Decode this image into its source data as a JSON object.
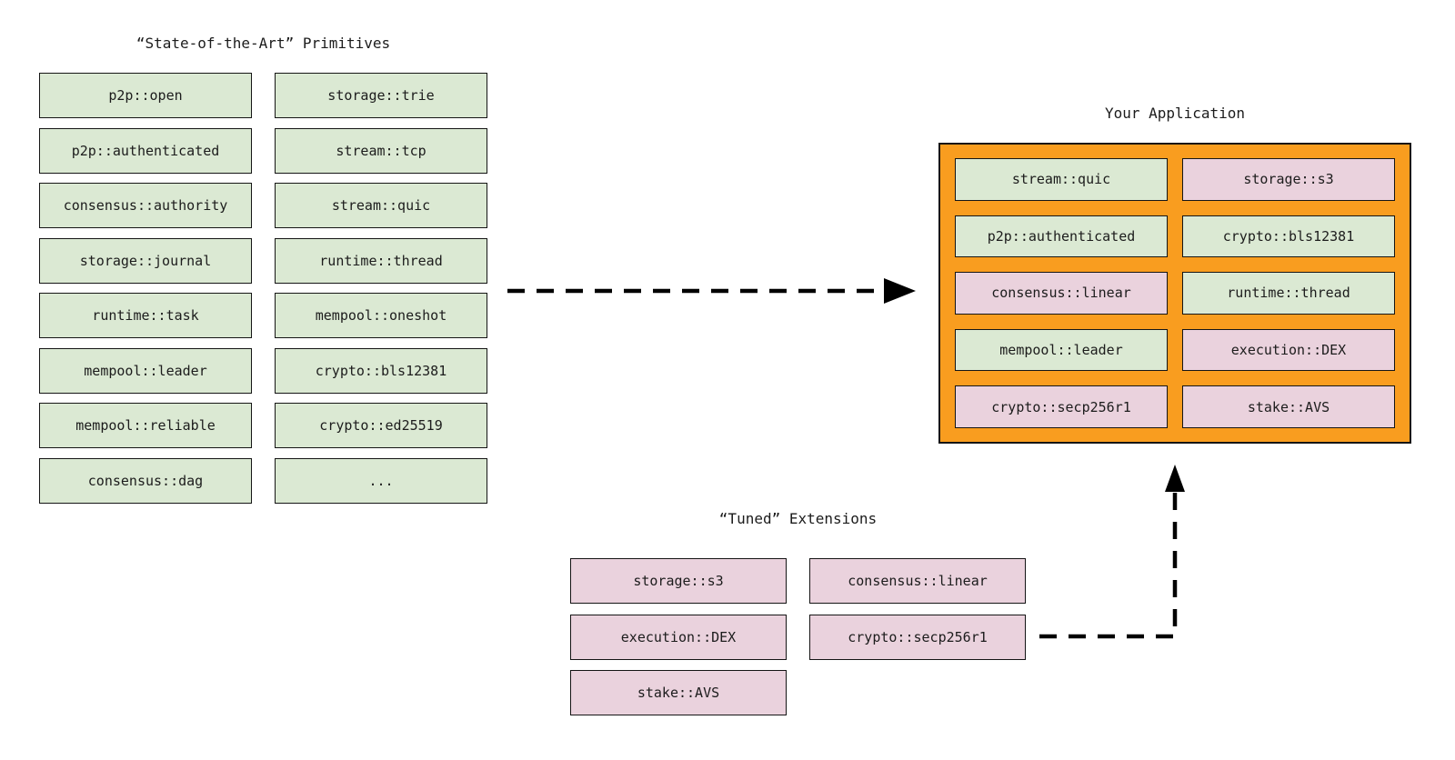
{
  "colors": {
    "primitive_fill": "#dbe9d3",
    "extension_fill": "#ead2dd",
    "application_fill": "#f99d1f",
    "box_border": "#151515",
    "arrow": "#000000"
  },
  "primitives": {
    "title": "“State-of-the-Art” Primitives",
    "cells": [
      {
        "label": "p2p::open"
      },
      {
        "label": "storage::trie"
      },
      {
        "label": "p2p::authenticated"
      },
      {
        "label": "stream::tcp"
      },
      {
        "label": "consensus::authority"
      },
      {
        "label": "stream::quic"
      },
      {
        "label": "storage::journal"
      },
      {
        "label": "runtime::thread"
      },
      {
        "label": "runtime::task"
      },
      {
        "label": "mempool::oneshot"
      },
      {
        "label": "mempool::leader"
      },
      {
        "label": "crypto::bls12381"
      },
      {
        "label": "mempool::reliable"
      },
      {
        "label": "crypto::ed25519"
      },
      {
        "label": "consensus::dag"
      },
      {
        "label": "..."
      }
    ]
  },
  "application": {
    "title": "Your Application",
    "cells": [
      {
        "label": "stream::quic",
        "kind": "primitive"
      },
      {
        "label": "storage::s3",
        "kind": "extension"
      },
      {
        "label": "p2p::authenticated",
        "kind": "primitive"
      },
      {
        "label": "crypto::bls12381",
        "kind": "primitive"
      },
      {
        "label": "consensus::linear",
        "kind": "extension"
      },
      {
        "label": "runtime::thread",
        "kind": "primitive"
      },
      {
        "label": "mempool::leader",
        "kind": "primitive"
      },
      {
        "label": "execution::DEX",
        "kind": "extension"
      },
      {
        "label": "crypto::secp256r1",
        "kind": "extension"
      },
      {
        "label": "stake::AVS",
        "kind": "extension"
      }
    ]
  },
  "extensions": {
    "title": "“Tuned” Extensions",
    "cells": [
      {
        "label": "storage::s3",
        "kind": "extension"
      },
      {
        "label": "consensus::linear",
        "kind": "extension"
      },
      {
        "label": "execution::DEX",
        "kind": "extension"
      },
      {
        "label": "crypto::secp256r1",
        "kind": "extension"
      },
      {
        "label": "stake::AVS",
        "kind": "extension"
      },
      {
        "label": "",
        "kind": "empty"
      }
    ]
  }
}
